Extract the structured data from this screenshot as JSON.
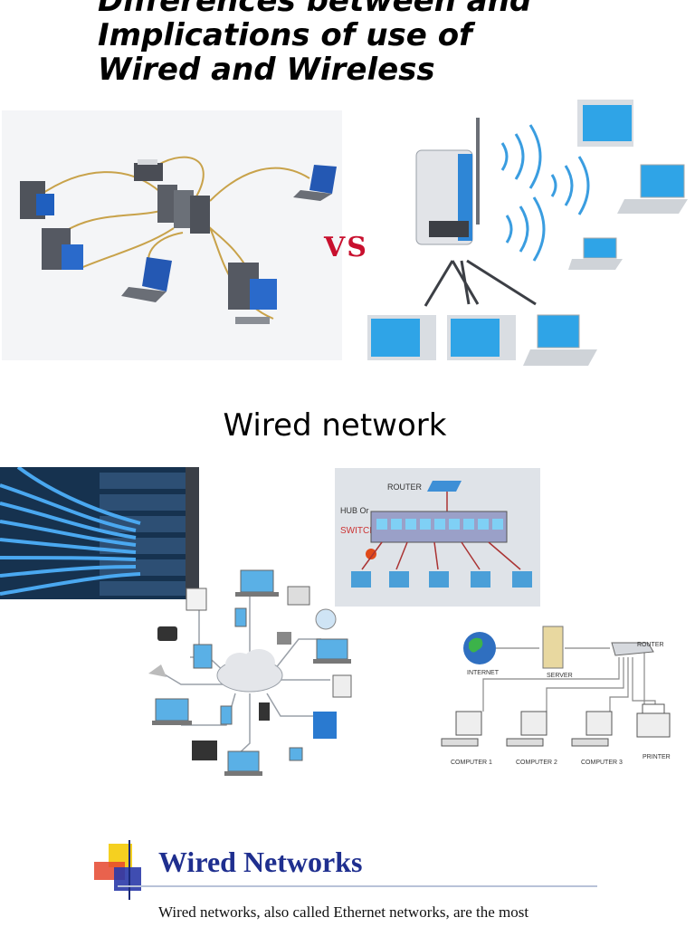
{
  "header": {
    "title_line1": "Differences between and",
    "title_line2": "Implications of use of",
    "title_line3": "Wired and Wireless"
  },
  "comparison": {
    "vs_label": "VS"
  },
  "section": {
    "title": "Wired network"
  },
  "diagram_hub": {
    "router_label": "ROUTER",
    "hub_label": "HUB Or",
    "switch_label": "SWITCH"
  },
  "diagram_router": {
    "internet_label": "INTERNET",
    "server_label": "SERVER",
    "router_label": "ROUTER",
    "computer1": "COMPUTER 1",
    "computer2": "COMPUTER 2",
    "computer3": "COMPUTER 3",
    "printer_label": "PRINTER"
  },
  "slide": {
    "heading": "Wired Networks",
    "body": "Wired networks, also called Ethernet networks, are the most"
  }
}
